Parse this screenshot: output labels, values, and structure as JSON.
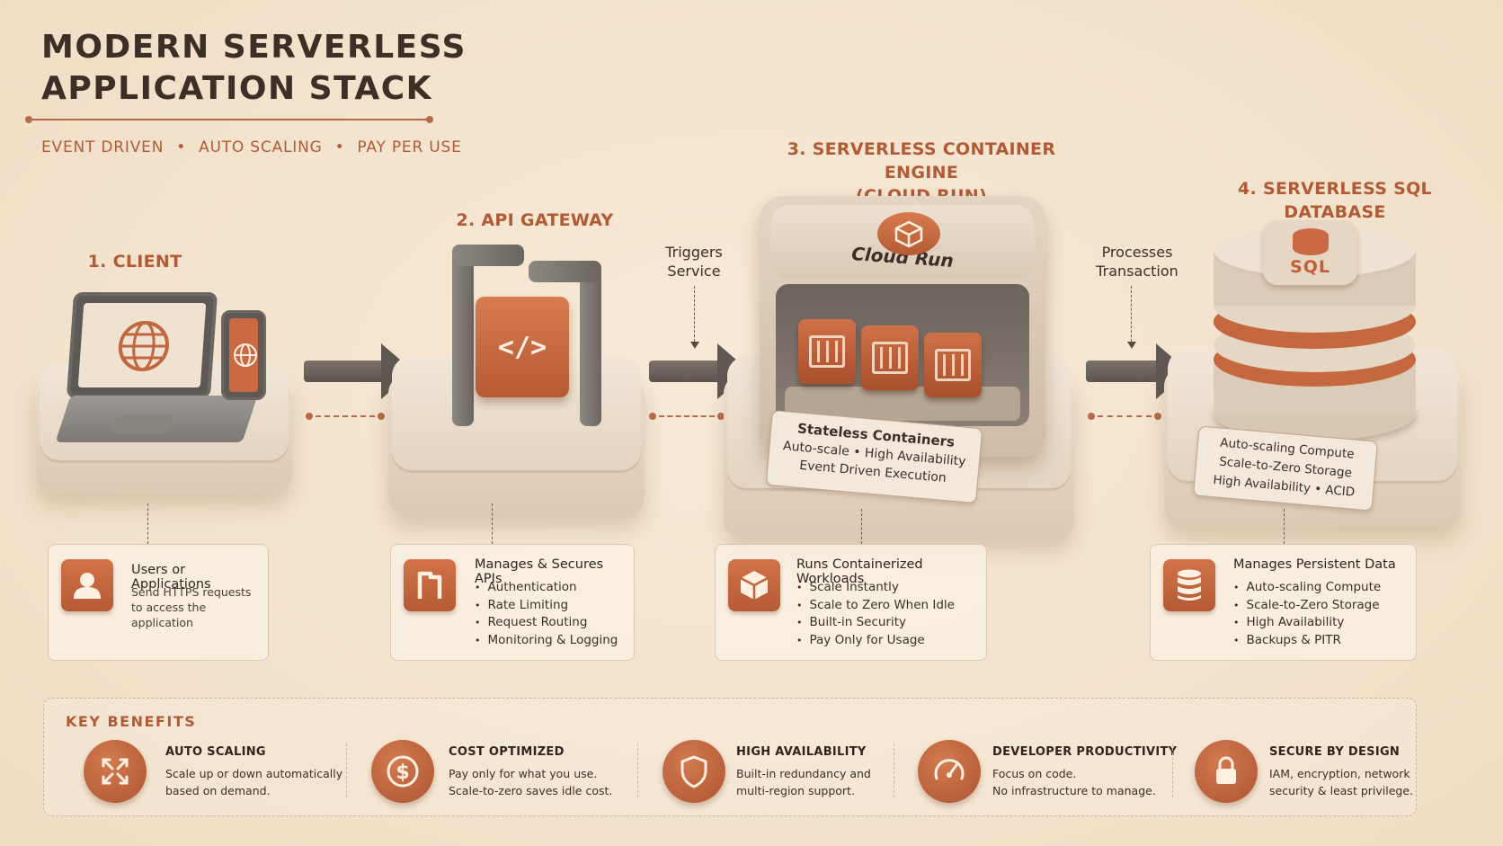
{
  "header": {
    "title": "MODERN SERVERLESS APPLICATION STACK",
    "tags": [
      "EVENT DRIVEN",
      "AUTO SCALING",
      "PAY PER USE"
    ],
    "tag_separator": "•"
  },
  "steps": {
    "client": {
      "heading": "1. CLIENT"
    },
    "gateway": {
      "heading": "2. API GATEWAY",
      "code_glyph": "</>"
    },
    "engine": {
      "heading_line1": "3. SERVERLESS CONTAINER ENGINE",
      "heading_line2": "(CLOUD RUN)",
      "badge_label": "Cloud Run",
      "plaque": {
        "title": "Stateless Containers",
        "line2": "Auto-scale • High Availability",
        "line3": "Event Driven Execution"
      }
    },
    "database": {
      "heading": "4. SERVERLESS SQL DATABASE",
      "badge_label": "SQL",
      "plaque": {
        "line1": "Auto-scaling Compute",
        "line2": "Scale-to-Zero Storage",
        "line3": "High Availability • ACID"
      }
    }
  },
  "connectors": {
    "gateway_to_engine": {
      "line1": "Triggers",
      "line2": "Service"
    },
    "engine_to_db": {
      "line1": "Processes",
      "line2": "Transaction"
    }
  },
  "cards": {
    "client": {
      "title": "Users or Applications",
      "sub1": "Send HTTPS requests",
      "sub2": "to access the application",
      "icon": "user-icon"
    },
    "gateway": {
      "title": "Manages & Secures APIs",
      "items": [
        "Authentication",
        "Rate Limiting",
        "Request Routing",
        "Monitoring & Logging"
      ],
      "icon": "gateway-icon"
    },
    "engine": {
      "title": "Runs Containerized Workloads",
      "items": [
        "Scale Instantly",
        "Scale to Zero When Idle",
        "Built-in Security",
        "Pay Only for Usage"
      ],
      "icon": "cube-icon"
    },
    "database": {
      "title": "Manages Persistent Data",
      "items": [
        "Auto-scaling Compute",
        "Scale-to-Zero Storage",
        "High Availability",
        "Backups & PITR"
      ],
      "icon": "database-icon"
    }
  },
  "benefits": {
    "heading": "KEY BENEFITS",
    "items": [
      {
        "title": "AUTO SCALING",
        "line1": "Scale up or down automatically",
        "line2": "based on demand.",
        "icon": "expand-arrows-icon"
      },
      {
        "title": "COST OPTIMIZED",
        "line1": "Pay only for what you use.",
        "line2": "Scale-to-zero saves idle cost.",
        "icon": "dollar-icon"
      },
      {
        "title": "HIGH AVAILABILITY",
        "line1": "Built-in redundancy and",
        "line2": "multi-region support.",
        "icon": "shield-icon"
      },
      {
        "title": "DEVELOPER PRODUCTIVITY",
        "line1": "Focus on code.",
        "line2": "No infrastructure to manage.",
        "icon": "gauge-icon"
      },
      {
        "title": "SECURE BY DESIGN",
        "line1": "IAM, encryption, network",
        "line2": "security & least privilege.",
        "icon": "lock-icon"
      }
    ]
  },
  "colors": {
    "accent": "#b05b36",
    "background": "#f3e2cc",
    "text": "#3b2f27",
    "arrow": "#5f5752"
  }
}
